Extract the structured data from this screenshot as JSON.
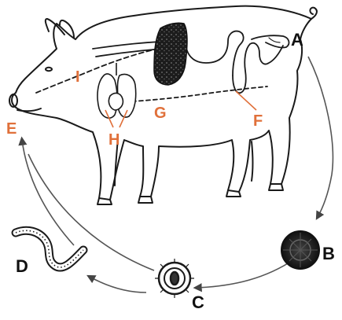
{
  "labels": {
    "A": "A",
    "B": "B",
    "C": "C",
    "D": "D",
    "E": "E",
    "F": "F",
    "G": "G",
    "H": "H",
    "I": "I"
  },
  "colors": {
    "line": "#1a1a1a",
    "cycle_arrow": "#555555",
    "organ_label": "#e0703a",
    "stage_label": "#111111",
    "background": "#ffffff"
  }
}
